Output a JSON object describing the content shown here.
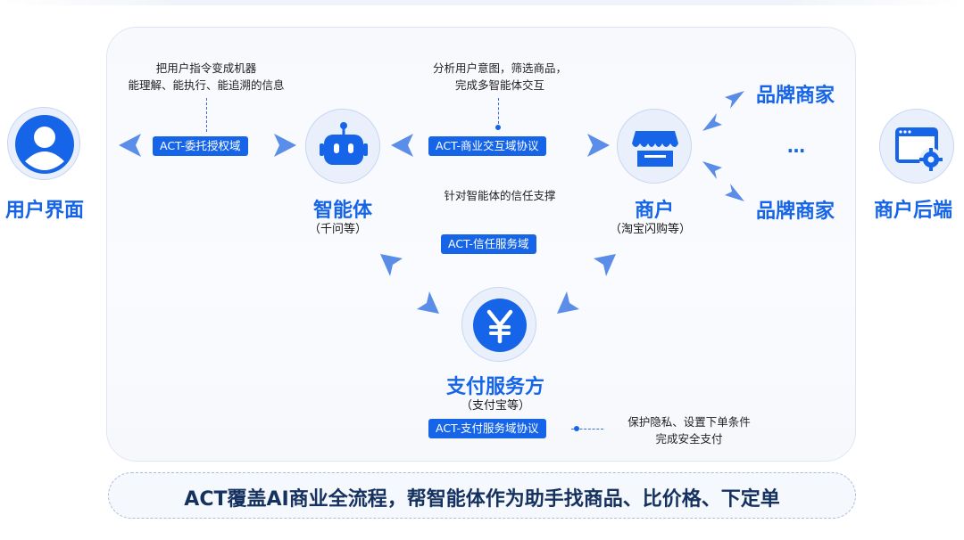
{
  "nodes": {
    "user": {
      "label": "用户界面"
    },
    "agent": {
      "label": "智能体",
      "sub": "（千问等）"
    },
    "merchant": {
      "label": "商户",
      "sub": "（淘宝闪购等）"
    },
    "payment": {
      "label": "支付服务方",
      "sub": "（支付宝等）"
    },
    "backend": {
      "label": "商户后端"
    },
    "brand_top": {
      "label": "品牌商家"
    },
    "brand_ellipsis": {
      "label": "…"
    },
    "brand_bottom": {
      "label": "品牌商家"
    }
  },
  "tags": {
    "delegation": "ACT-委托授权域",
    "commerce": "ACT-商业交互域协议",
    "trust": "ACT-信任服务域",
    "payment": "ACT-支付服务域协议"
  },
  "notes": {
    "delegation": [
      "把用户指令变成机器",
      "能理解、能执行、能追溯的信息"
    ],
    "commerce": [
      "分析用户意图，筛选商品，",
      "完成多智能体交互"
    ],
    "trust": [
      "针对智能体的信任支撑"
    ],
    "payment": [
      "保护隐私、设置下单条件",
      "完成安全支付"
    ]
  },
  "footer": "ACT覆盖AI商业全流程，帮智能体作为助手找商品、比价格、下定单",
  "icons": [
    "user-icon",
    "robot-icon",
    "store-icon",
    "yuan-icon",
    "browser-gear-icon"
  ],
  "colors": {
    "accent": "#1665e8",
    "circle_bg": "#e9f0fc",
    "footer_text": "#15315f"
  }
}
